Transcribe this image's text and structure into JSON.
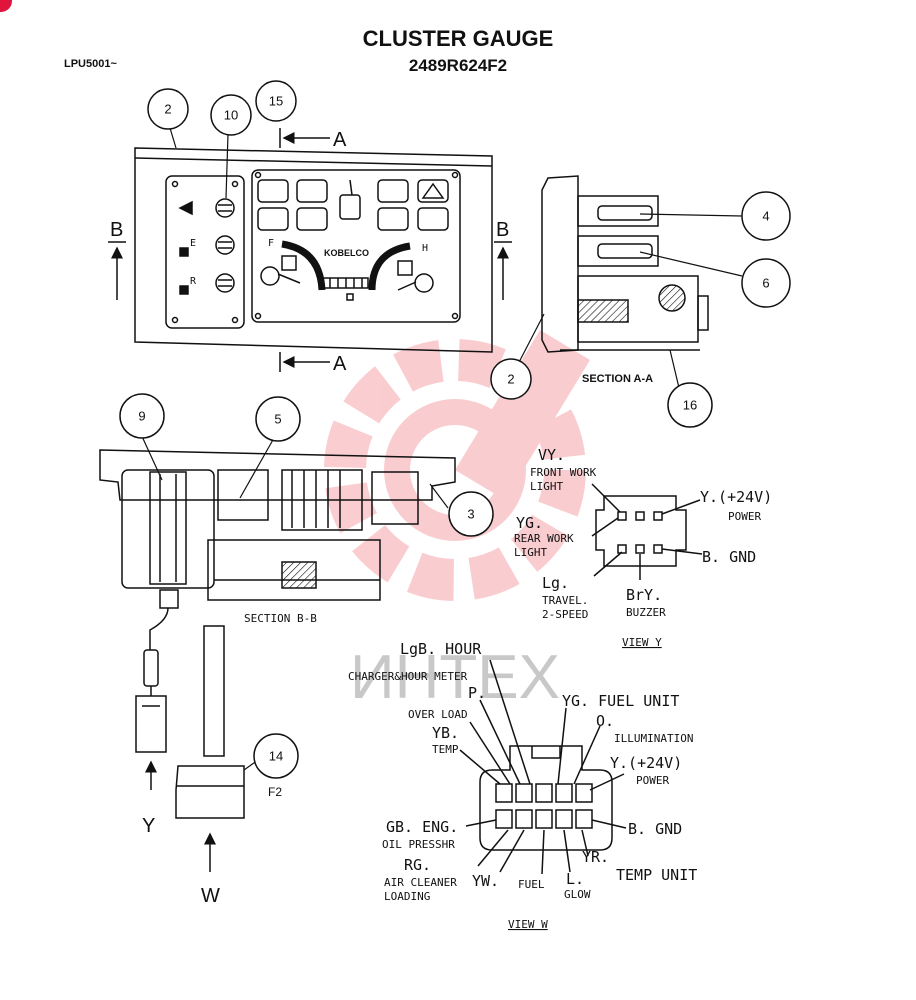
{
  "header": {
    "title": "CLUSTER GAUGE",
    "part_number": "2489R624F2",
    "doc_id": "LPU5001~"
  },
  "callouts": [
    "2",
    "10",
    "15",
    "4",
    "6",
    "2",
    "16",
    "9",
    "5",
    "3",
    "14"
  ],
  "section_markers": {
    "a_top": "A",
    "a_bottom": "A",
    "b_left": "B",
    "b_right": "B",
    "y": "Y",
    "w": "W"
  },
  "gauge_face": {
    "brand": "KOBELCO",
    "fuel_empty": "F",
    "temp_hot": "H",
    "indicator_e": "E",
    "indicator_r": "R"
  },
  "section_labels": {
    "section_aa": "SECTION A-A",
    "section_bb": "SECTION B-B",
    "view_y": "VIEW Y",
    "view_w": "VIEW W",
    "f2": "F2"
  },
  "view_y_pins": {
    "vy": "VY.",
    "vy_desc1": "FRONT WORK",
    "vy_desc2": "LIGHT",
    "yg": "YG.",
    "yg_desc1": "REAR WORK",
    "yg_desc2": "LIGHT",
    "lg": "Lg.",
    "lg_desc1": "TRAVEL.",
    "lg_desc2": "2-SPEED",
    "bry": "BrY.",
    "bry_desc": "BUZZER",
    "y": "Y.(+24V)",
    "y_desc": "POWER",
    "b": "B. GND"
  },
  "view_w_pins": {
    "lgb": "LgB. HOUR",
    "lgb_desc": "CHARGER&HOUR METER",
    "p": "P.",
    "p_desc": "OVER LOAD",
    "yb": "YB.",
    "yb_desc": "TEMP",
    "yg": "YG. FUEL UNIT",
    "o": "O.",
    "o_desc": "ILLUMINATION",
    "y": "Y.(+24V)",
    "y_desc": "POWER",
    "gb": "GB. ENG.",
    "gb_desc": "OIL PRESSHR",
    "b": "B. GND",
    "rg": "RG.",
    "rg_desc1": "AIR CLEANER",
    "rg_desc2": "LOADING",
    "yw": "YW.",
    "fuel": "FUEL",
    "l": "L.",
    "l_desc": "GLOW",
    "yr": "YR.",
    "yr_desc": "TEMP UNIT"
  },
  "watermark": {
    "text": "ИНТЕХ",
    "color": "#e8222e"
  },
  "colors": {
    "ink": "#111111",
    "accent_mark": "#e0143c"
  }
}
